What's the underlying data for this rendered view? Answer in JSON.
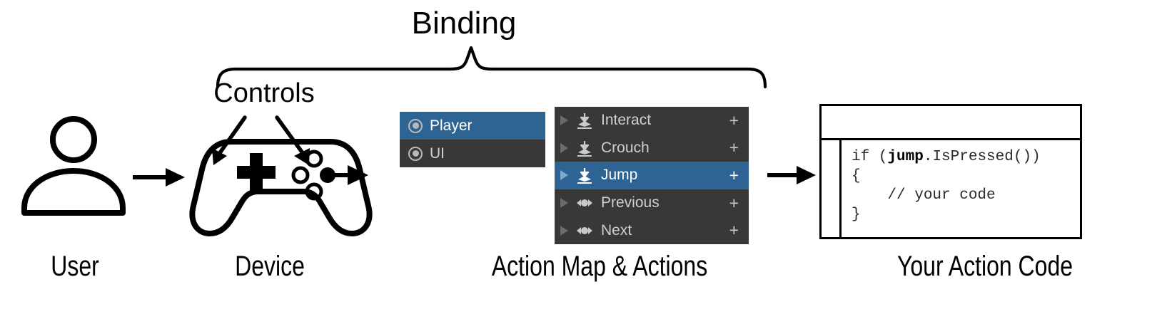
{
  "diagram": {
    "title_top": "Binding",
    "controls_label": "Controls"
  },
  "captions": {
    "user": "User",
    "device": "Device",
    "action_map": "Action Map & Actions",
    "code": "Your Action Code"
  },
  "action_map_panel": {
    "rows": [
      {
        "label": "Player",
        "icon": "record-circle-icon",
        "selected": true
      },
      {
        "label": "UI",
        "icon": "record-circle-icon",
        "selected": false
      }
    ]
  },
  "actions_panel": {
    "add_label": "+",
    "rows": [
      {
        "label": "Interact",
        "icon": "button-press-icon",
        "selected": false,
        "add": "+"
      },
      {
        "label": "Crouch",
        "icon": "button-press-icon",
        "selected": false,
        "add": "+"
      },
      {
        "label": "Jump",
        "icon": "button-press-icon",
        "selected": true,
        "add": "+"
      },
      {
        "label": "Previous",
        "icon": "axis-1d-icon",
        "selected": false,
        "add": "+"
      },
      {
        "label": "Next",
        "icon": "axis-1d-icon",
        "selected": false,
        "add": "+"
      }
    ]
  },
  "code_window": {
    "line1_prefix": "if (",
    "line1_bold": "jump",
    "line1_suffix": ".IsPressed())",
    "line2": "{",
    "line3": "    // your code",
    "line4": "}"
  },
  "colors": {
    "panel_background": "#383838",
    "selection_blue": "#2e6494",
    "text_light": "#cfcfcf",
    "text_white": "#ffffff",
    "stroke_black": "#000000",
    "page_background": "#ffffff"
  },
  "icons": {
    "user": "person-icon",
    "device": "gamepad-icon",
    "flow_arrow": "arrow-right-icon",
    "brace": "curly-brace-icon",
    "pointer_arrow": "arrow-diagonal-icon"
  }
}
